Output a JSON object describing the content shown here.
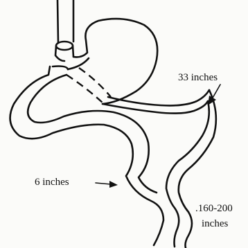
{
  "labels": {
    "upper_length": "33 inches",
    "middle_length": "6 inches",
    "lower_length_line1": ".160-200",
    "lower_length_line2": "inches"
  }
}
